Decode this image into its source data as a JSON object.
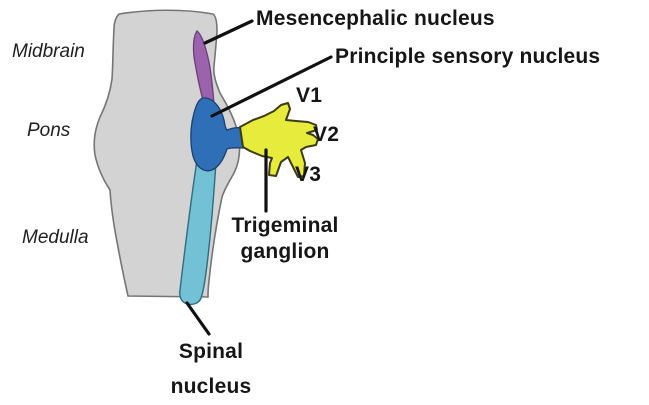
{
  "regions": {
    "midbrain": "Midbrain",
    "pons": "Pons",
    "medulla": "Medulla"
  },
  "nuclei": {
    "mesencephalic": "Mesencephalic nucleus",
    "principle_sensory": "Principle sensory nucleus",
    "trigeminal_ganglion": "Trigeminal\nganglion",
    "spinal": "Spinal\nnucleus"
  },
  "branches": {
    "v1": "V1",
    "v2": "V2",
    "v3": "V3"
  },
  "colors": {
    "background": "#ffffff",
    "brainstem": "#d3d3d4",
    "brainstem_outline": "#757578",
    "mesencephalic_nucleus": "#9a63ab",
    "mesencephalic_outline": "#6a3f78",
    "principle_sensory_nucleus": "#2e6fb7",
    "principle_sensory_outline": "#1c3f6e",
    "spinal_nucleus": "#72c1d5",
    "spinal_outline": "#2e6c80",
    "trigeminal_ganglion": "#e7eb3b",
    "trigeminal_ganglion_outline": "#3c3c10",
    "leader_line": "#111111",
    "label_text": "#161616"
  }
}
